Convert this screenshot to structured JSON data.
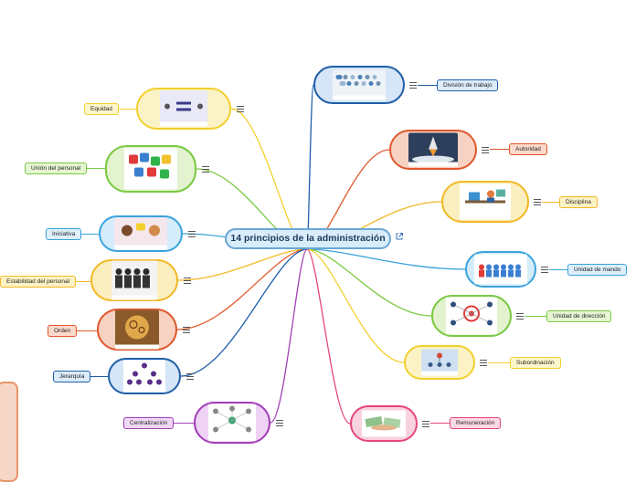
{
  "map": {
    "central_title": "14 principios de la administración",
    "link_icon": "external-link-icon",
    "menu_icon": "list-icon"
  },
  "branches": [
    {
      "key": "division",
      "label": "División de trabajo",
      "color": "#1f5ea8",
      "fill": "#d6e6f7",
      "pill_fill": "#dcebfa",
      "image": "world-map-people"
    },
    {
      "key": "autoridad",
      "label": "Autoridad",
      "color": "#e0582c",
      "fill": "#f7d1c2",
      "pill_fill": "#fbd9cb",
      "image": "rocket-launch"
    },
    {
      "key": "disciplina",
      "label": "Disciplina",
      "color": "#f2b928",
      "fill": "#fbefc0",
      "pill_fill": "#fdf2c4",
      "image": "office-desk"
    },
    {
      "key": "unidad_mando",
      "label": "Unidad de  mando",
      "color": "#3aa3dd",
      "fill": "#d5ecfa",
      "pill_fill": "#ddf0fb",
      "image": "team-leader"
    },
    {
      "key": "unidad_direccion",
      "label": "Unidad de dirección",
      "color": "#7ac943",
      "fill": "#e3f3cf",
      "pill_fill": "#e6f6d3",
      "image": "target-network"
    },
    {
      "key": "subordinacion",
      "label": "Subordinación",
      "color": "#f2d02e",
      "fill": "#fbf3c6",
      "pill_fill": "#fdf6cb",
      "image": "org-chart"
    },
    {
      "key": "remuneracion",
      "label": "Remuneración",
      "color": "#e4477a",
      "fill": "#f8d2de",
      "pill_fill": "#fbd9e3",
      "image": "money-handshake"
    },
    {
      "key": "equidad",
      "label": "Equidad",
      "color": "#f2d02e",
      "fill": "#fbf3c6",
      "pill_fill": "#fdf6cb",
      "image": "equal-sign"
    },
    {
      "key": "union",
      "label": "Unión del personal",
      "color": "#7ac943",
      "fill": "#e3f3cf",
      "pill_fill": "#e6f6d3",
      "image": "puzzle-team"
    },
    {
      "key": "iniciativa",
      "label": "Iniciativa",
      "color": "#3aa3dd",
      "fill": "#d5ecfa",
      "pill_fill": "#ddf0fb",
      "image": "idea-people"
    },
    {
      "key": "estabilidad",
      "label": "Estabilidad del personal",
      "color": "#f2b928",
      "fill": "#fbefc0",
      "pill_fill": "#fdf2c4",
      "image": "meeting-silhouettes"
    },
    {
      "key": "orden",
      "label": "Orden",
      "color": "#e0582c",
      "fill": "#f7d1c2",
      "pill_fill": "#fbd9cb",
      "image": "brain-gears"
    },
    {
      "key": "jerarquia",
      "label": "Jerarquía",
      "color": "#1f5ea8",
      "fill": "#d6e6f7",
      "pill_fill": "#dcebfa",
      "image": "hierarchy-tree"
    },
    {
      "key": "centralizacion",
      "label": "Centralización",
      "color": "#a23fb8",
      "fill": "#eed3f5",
      "pill_fill": "#f0d8f6",
      "image": "network-people"
    }
  ]
}
